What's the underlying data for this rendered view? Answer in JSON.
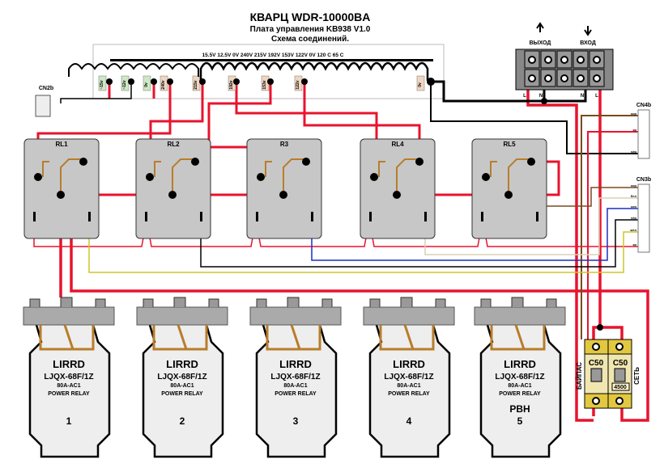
{
  "title": "КВАРЦ  WDR-10000BA",
  "subtitle": "Плата управления  KB938 V1.0",
  "subtitle2": "Схема соединений.",
  "board": {
    "taps_line": "15.5V 12.5V 0V 240V 215V 192V 153V 122V 0V 120 C 65 C",
    "taps": [
      "~15v",
      "~12v",
      "0v",
      "240v",
      "215v",
      "192v",
      "153v",
      "122v",
      "0v"
    ]
  },
  "cn2b": "CN2b",
  "terminal": {
    "out_label": "ВЫХОД",
    "in_label": "ВХОД",
    "pins": [
      "L",
      "N",
      "N",
      "L"
    ]
  },
  "cn4b": {
    "label": "CN4b",
    "pins": [
      "кор",
      "кр",
      "",
      "чёр"
    ]
  },
  "cn3b": {
    "label": "CN3b",
    "pins": [
      "кор",
      "бел",
      "син",
      "чёр",
      "жёл",
      "кр"
    ]
  },
  "control_relays": [
    "RL1",
    "RL2",
    "R3",
    "RL4",
    "RL5"
  ],
  "power_relays": [
    {
      "brand": "LIRRD",
      "model": "LJQX-68F/1Z",
      "rating": "80A-AC1",
      "type": "POWER RELAY",
      "num": "1",
      "extra": ""
    },
    {
      "brand": "LIRRD",
      "model": "LJQX-68F/1Z",
      "rating": "80A-AC1",
      "type": "POWER RELAY",
      "num": "2",
      "extra": ""
    },
    {
      "brand": "LIRRD",
      "model": "LJQX-68F/1Z",
      "rating": "80A-AC1",
      "type": "POWER RELAY",
      "num": "3",
      "extra": ""
    },
    {
      "brand": "LIRRD",
      "model": "LJQX-68F/1Z",
      "rating": "80A-AC1",
      "type": "POWER RELAY",
      "num": "4",
      "extra": ""
    },
    {
      "brand": "LIRRD",
      "model": "LJQX-68F/1Z",
      "rating": "80A-AC1",
      "type": "POWER RELAY",
      "num": "5",
      "extra": "РВН"
    }
  ],
  "breakers": {
    "bypass": {
      "rating": "C50",
      "label": "БАЙПАС"
    },
    "mains": {
      "rating": "C50",
      "label": "СЕТЬ",
      "capacity": "4500"
    }
  },
  "colors": {
    "red": "#e8132e",
    "brown": "#7a4a1e",
    "black": "#000000",
    "blue": "#1c2fbf",
    "beige": "#d8d2b4",
    "yellow": "#cdc62a",
    "contact": "#b87d2b",
    "relay_body": "#c7c7c7",
    "breaker": "#f0e6b0"
  }
}
